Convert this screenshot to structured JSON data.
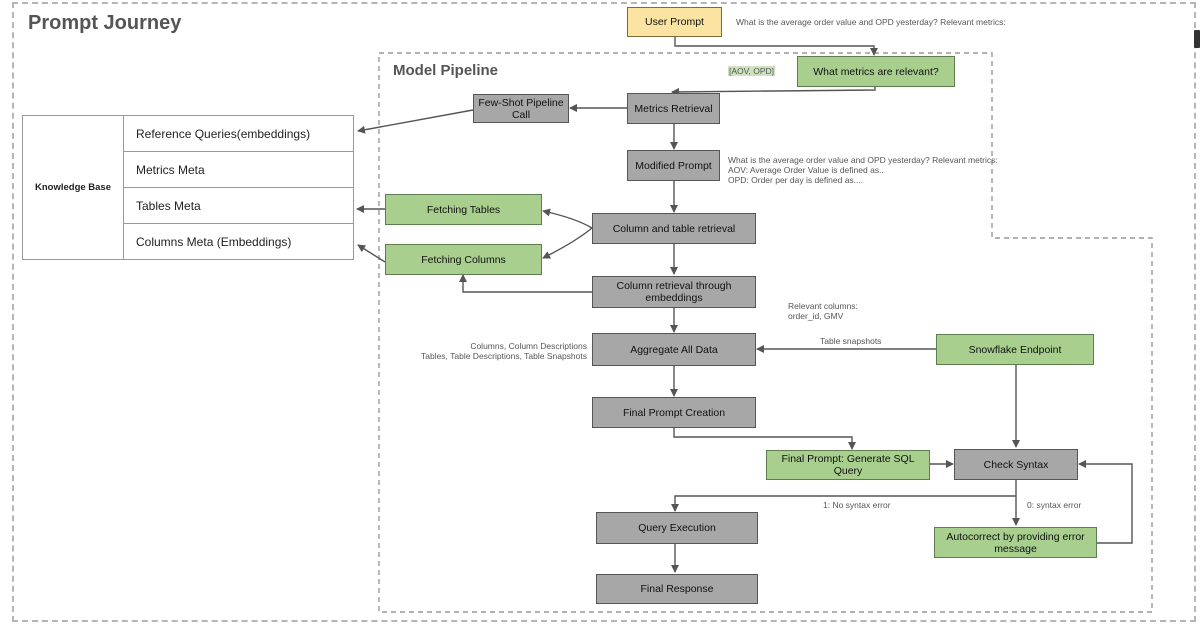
{
  "journey_title": "Prompt Journey",
  "pipeline_title": "Model Pipeline",
  "knowledge_base": {
    "label": "Knowledge Base",
    "rows": [
      "Reference Queries(embeddings)",
      "Metrics Meta",
      "Tables Meta",
      "Columns Meta (Embeddings)"
    ]
  },
  "nodes": {
    "user_prompt": "User Prompt",
    "what_metrics": "What metrics are relevant?",
    "few_shot": "Few-Shot Pipeline Call",
    "metrics_retrieval": "Metrics Retrieval",
    "modified_prompt": "Modified Prompt",
    "fetching_tables": "Fetching Tables",
    "fetching_columns": "Fetching Columns",
    "col_table_retrieval": "Column and table retrieval",
    "col_retrieval_embed": "Column retrieval through embeddings",
    "aggregate": "Aggregate All Data",
    "snowflake": "Snowflake Endpoint",
    "final_prompt_creation": "Final Prompt Creation",
    "final_prompt_sql": "Final Prompt: Generate SQL Query",
    "check_syntax": "Check Syntax",
    "query_execution": "Query Execution",
    "autocorrect": "Autocorrect by providing error message",
    "final_response": "Final Response"
  },
  "annotations": {
    "user_question": "What is the average order value and OPD yesterday? Relevant metrics:",
    "aov_opd": "[AOV, OPD]",
    "modified_1": "What is the average order value and OPD yesterday? Relevant metrics:",
    "modified_2": "AOV: Average Order Value is defined as..",
    "modified_3": "OPD: Order per day is defined as....",
    "relevant_columns_1": "Relevant columns:",
    "relevant_columns_2": "order_id, GMV",
    "agg_inputs_1": "Columns, Column Descriptions",
    "agg_inputs_2": "Tables, Table Descriptions, Table Snapshots",
    "table_snapshots": "Table snapshots",
    "no_syntax_error": "1: No syntax error",
    "syntax_error": "0: syntax error"
  },
  "colors": {
    "process": "#a7a7a7",
    "retrieval": "#a8cf8e",
    "input": "#fbe4a2",
    "arrow": "#555555"
  }
}
